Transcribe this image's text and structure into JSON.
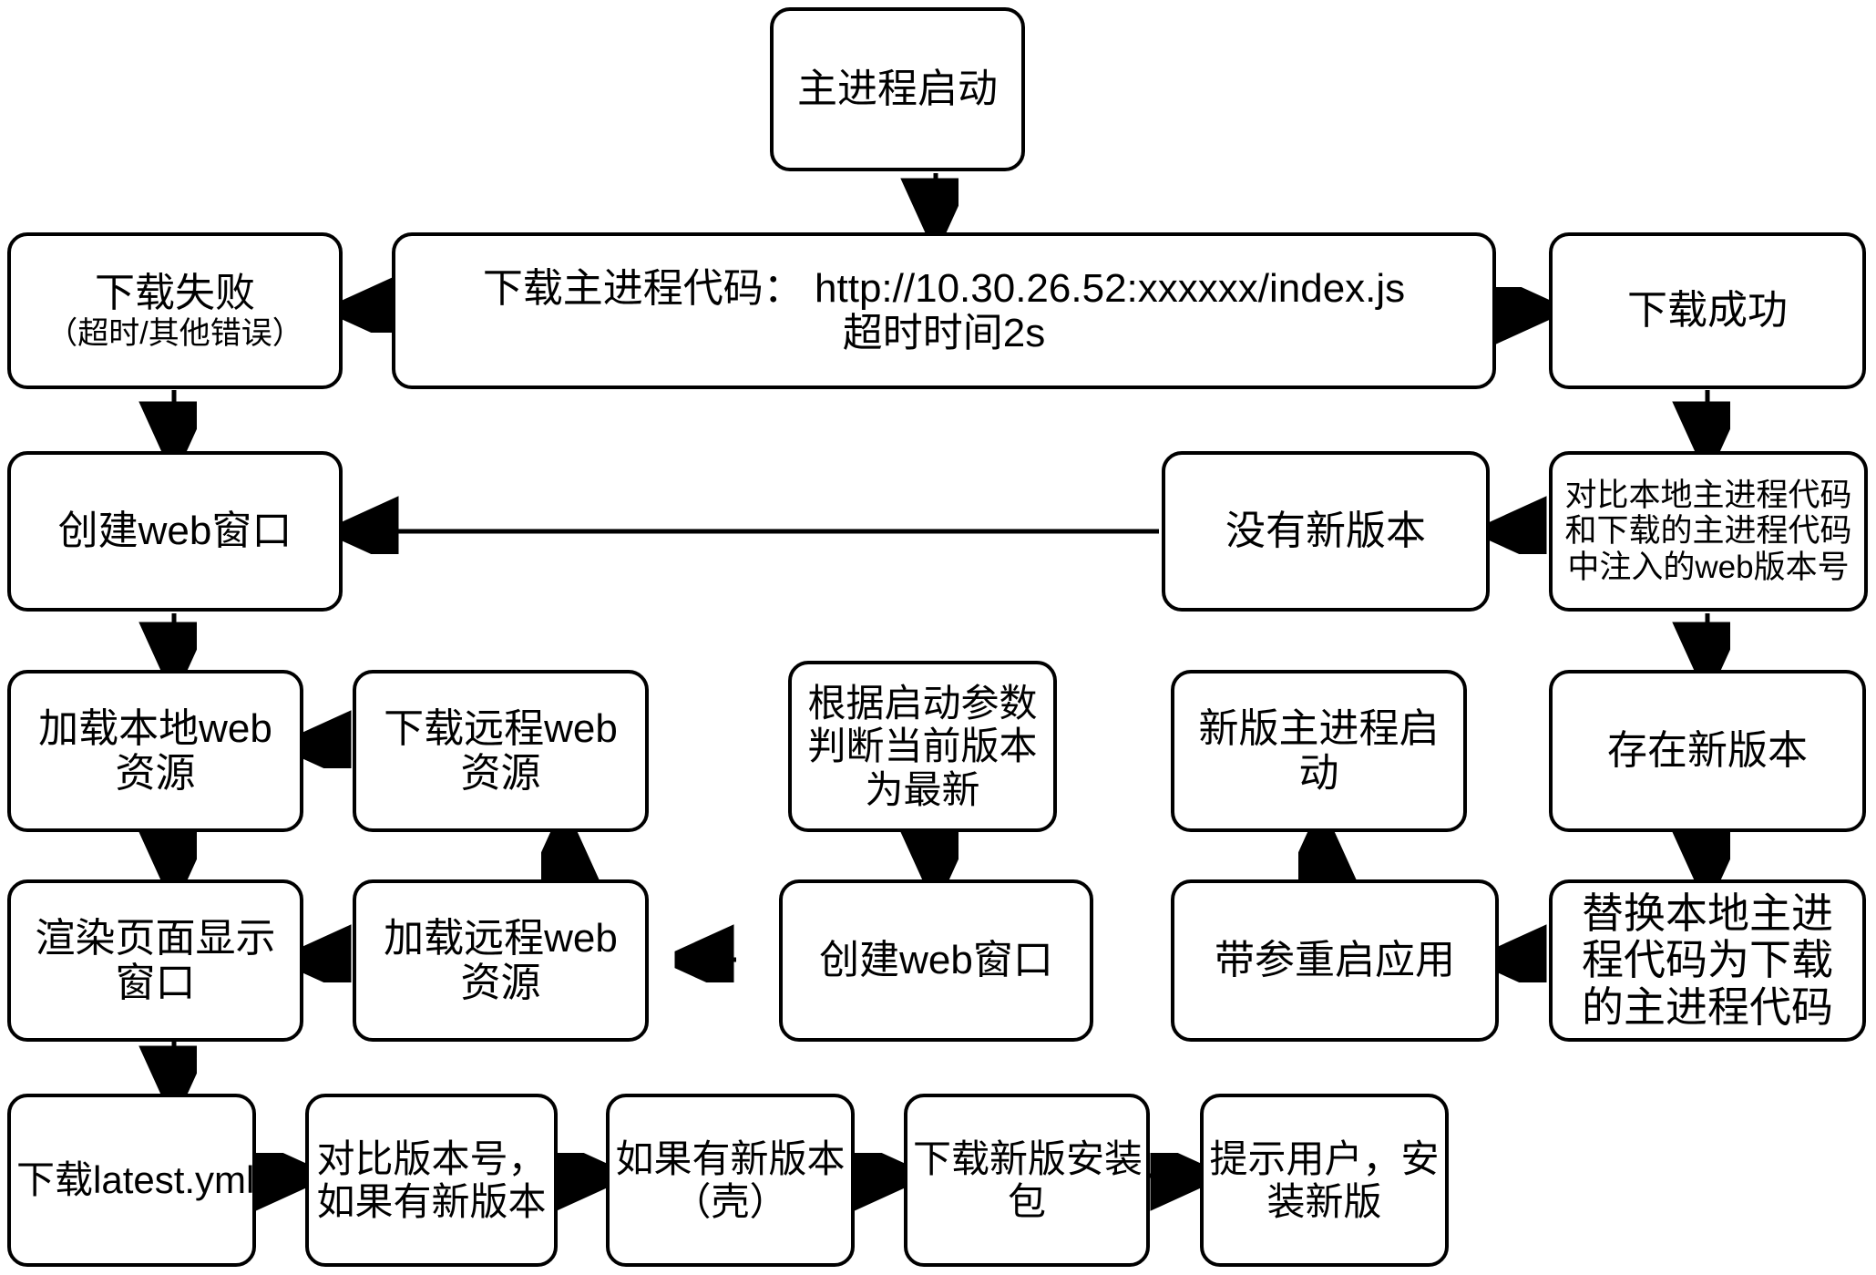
{
  "diagram": {
    "title_node": "主进程启动",
    "nodes": [
      {
        "id": "main-start",
        "label_lines": [
          "主进程启动"
        ]
      },
      {
        "id": "download-fail",
        "label_lines": [
          "下载失败"
        ],
        "sub_line": "（超时/其他错误）"
      },
      {
        "id": "download-main-code",
        "label_lines": [
          "下载主进程代码： http://10.30.26.52:xxxxxx/index.js",
          "超时时间2s"
        ]
      },
      {
        "id": "download-success",
        "label_lines": [
          "下载成功"
        ]
      },
      {
        "id": "create-web-window-1",
        "label_lines": [
          "创建web窗口"
        ]
      },
      {
        "id": "no-new-version",
        "label_lines": [
          "没有新版本"
        ]
      },
      {
        "id": "compare-web-version",
        "label_lines": [
          "对比本地主进程代码",
          "和下载的主进程代码",
          "中注入的web版本号"
        ]
      },
      {
        "id": "load-local-web-res",
        "label_lines": [
          "加载本地web",
          "资源"
        ]
      },
      {
        "id": "download-remote-web-res",
        "label_lines": [
          "下载远程web",
          "资源"
        ]
      },
      {
        "id": "judge-current-latest",
        "label_lines": [
          "根据启动参数",
          "判断当前版本",
          "为最新"
        ]
      },
      {
        "id": "new-main-process-start",
        "label_lines": [
          "新版主进程启",
          "动"
        ]
      },
      {
        "id": "has-new-version",
        "label_lines": [
          "存在新版本"
        ]
      },
      {
        "id": "render-page-window",
        "label_lines": [
          "渲染页面显示",
          "窗口"
        ]
      },
      {
        "id": "load-remote-web-res",
        "label_lines": [
          "加载远程web",
          "资源"
        ]
      },
      {
        "id": "create-web-window-2",
        "label_lines": [
          "创建web窗口"
        ]
      },
      {
        "id": "restart-with-args",
        "label_lines": [
          "带参重启应用"
        ]
      },
      {
        "id": "replace-local-main-code",
        "label_lines": [
          "替换本地主进",
          "程代码为下载",
          "的主进程代码"
        ]
      },
      {
        "id": "download-latest-yml",
        "label_lines": [
          "下载latest.yml"
        ]
      },
      {
        "id": "compare-version-number",
        "label_lines": [
          "对比版本号，",
          "如果有新版本"
        ]
      },
      {
        "id": "if-new-version-shell",
        "label_lines": [
          "如果有新版本",
          "（壳）"
        ]
      },
      {
        "id": "download-new-installer",
        "label_lines": [
          "下载新版安装",
          "包"
        ]
      },
      {
        "id": "prompt-user-install",
        "label_lines": [
          "提示用户，安",
          "装新版"
        ]
      }
    ],
    "colors": {
      "stroke": "#000000",
      "fill": "#ffffff",
      "text": "#000000"
    }
  }
}
